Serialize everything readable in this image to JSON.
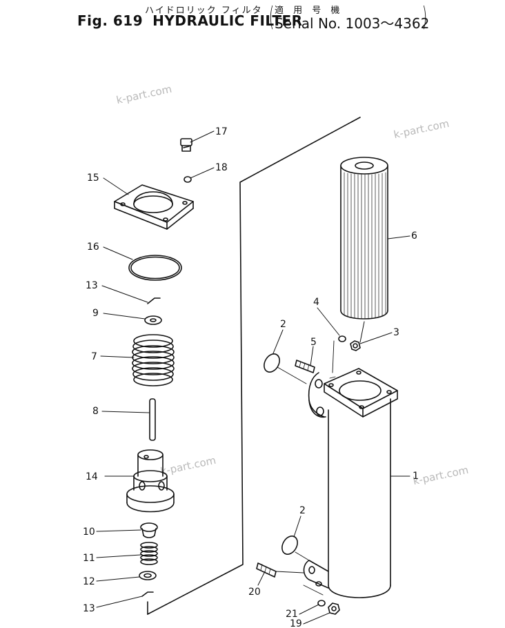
{
  "title": {
    "japanese_name": "ハイドロリック フィルタ",
    "japanese_applicability": "適 用 号 機",
    "figure": "Fig. 619",
    "name": "HYDRAULIC FILTER",
    "serial": "Serial No. 1003～4362"
  },
  "watermarks": [
    "k-part.com",
    "k-part.com",
    "k-part.com",
    "k-part.com"
  ],
  "callouts": {
    "c17": "17",
    "c18": "18",
    "c15": "15",
    "c16": "16",
    "c13a": "13",
    "c9": "9",
    "c7": "7",
    "c8": "8",
    "c14": "14",
    "c10": "10",
    "c11": "11",
    "c12": "12",
    "c13b": "13",
    "c6": "6",
    "c4": "4",
    "c3": "3",
    "c2a": "2",
    "c5": "5",
    "c1": "1",
    "c2b": "2",
    "c20": "20",
    "c21": "21",
    "c19": "19"
  }
}
